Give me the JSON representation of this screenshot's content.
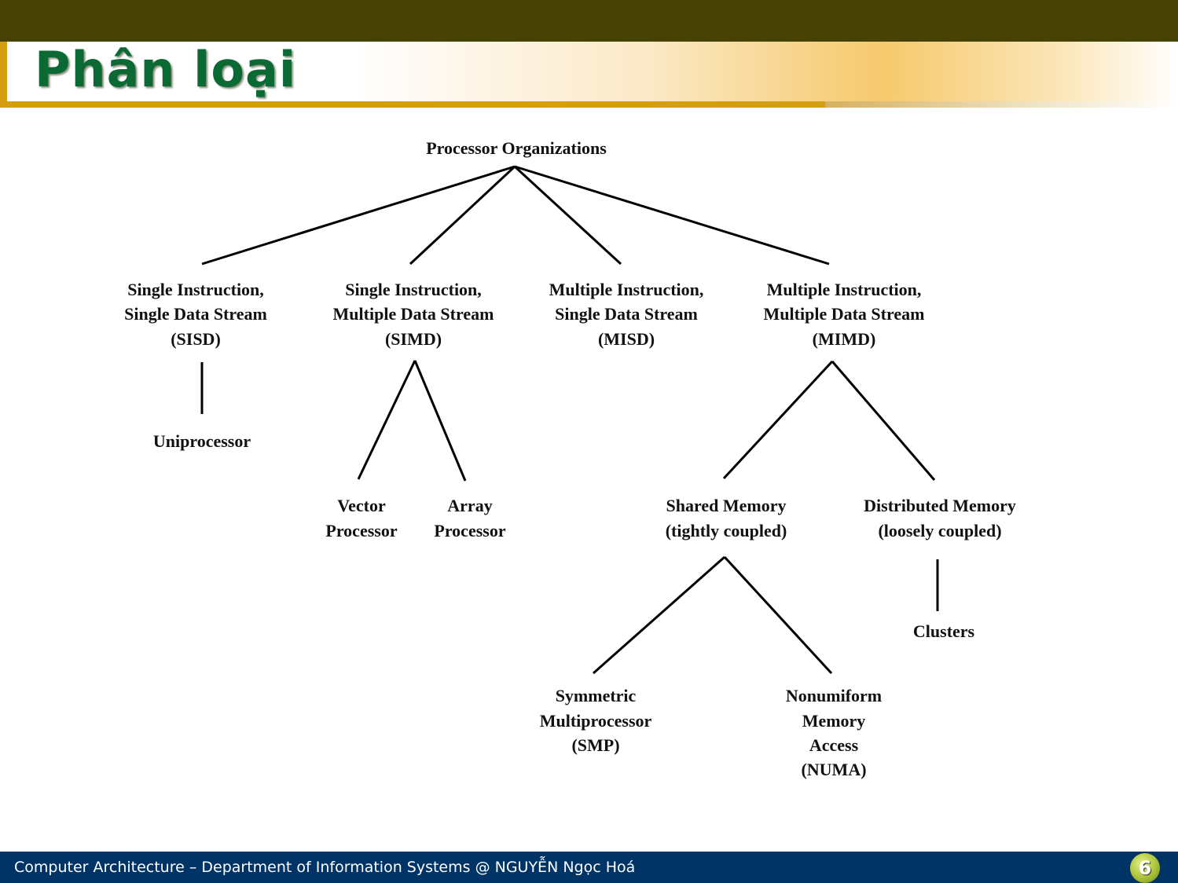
{
  "slide": {
    "title": "Phân loại",
    "footer": "Computer Architecture – Department of Information Systems @ NGUYỄN Ngọc Hoá",
    "page_number": "6"
  },
  "diagram": {
    "root": "Processor Organizations",
    "sisd": [
      "Single Instruction,",
      "Single Data Stream",
      "(SISD)"
    ],
    "simd": [
      "Single Instruction,",
      "Multiple Data Stream",
      "(SIMD)"
    ],
    "misd": [
      "Multiple Instruction,",
      "Single Data Stream",
      "(MISD)"
    ],
    "mimd": [
      "Multiple Instruction,",
      "Multiple Data Stream",
      "(MIMD)"
    ],
    "uniprocessor": "Uniprocessor",
    "vector": [
      "Vector",
      "Processor"
    ],
    "array": [
      "Array",
      "Processor"
    ],
    "shared": [
      "Shared Memory",
      "(tightly coupled)"
    ],
    "distributed": [
      "Distributed Memory",
      "(loosely coupled)"
    ],
    "clusters": "Clusters",
    "smp": [
      "Symmetric",
      "Multiprocessor",
      "(SMP)"
    ],
    "numa": [
      "Nonumiform",
      "Memory",
      "Access",
      "(NUMA)"
    ]
  },
  "colors": {
    "top_bar": "#464203",
    "title_text": "#0b6a34",
    "accent": "#d59d10",
    "footer_bg": "#003466"
  }
}
